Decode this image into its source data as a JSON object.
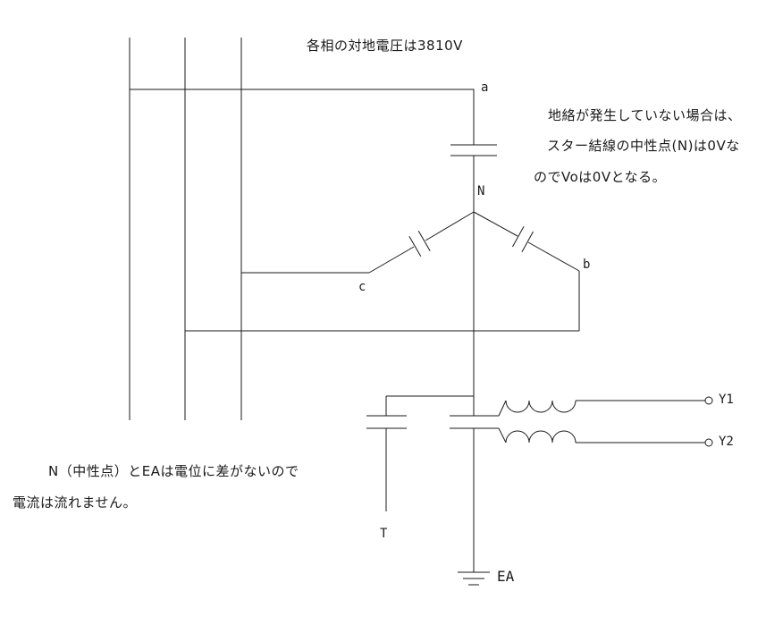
{
  "notes": {
    "top": "各相の対地電圧は3810V",
    "right_line1": "地絡が発生していない場合は、",
    "right_line2": "スター結線の中性点(N)は0Vな",
    "right_line3": "のでVoは0Vとなる。",
    "bottom_line1": "N（中性点）とEAは電位に差がないので",
    "bottom_line2": "電流は流れません。"
  },
  "labels": {
    "phase_a": "a",
    "phase_b": "b",
    "phase_c": "c",
    "neutral": "N",
    "capacitor_t": "T",
    "earth": "EA",
    "terminal_y1": "Y1",
    "terminal_y2": "Y2"
  },
  "colors": {
    "line": "#1a1a1a",
    "background": "#ffffff"
  }
}
